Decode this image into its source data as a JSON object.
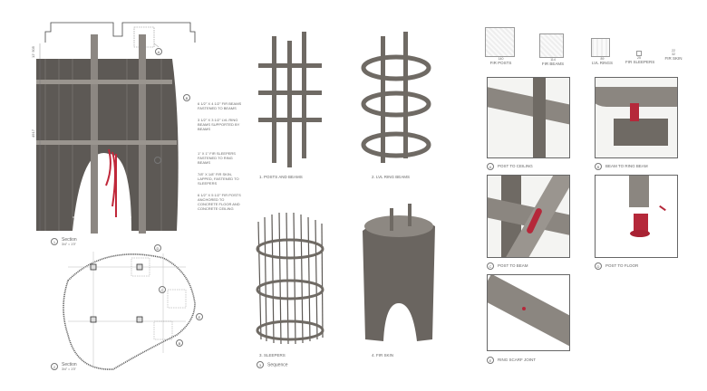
{
  "section1": {
    "title": "Section",
    "scale": "3/4\" = 1'0\"",
    "number": "1",
    "dim_top": "12' 505",
    "dim_height": "4917",
    "notes": [
      "6 1/2\" x 4 1/2\" fir beams fastened to beams",
      "3 1/2\" x 3 1/2\" LVL ring beams supported by beams",
      "1\" x 1\" fir sleepers fastened to ring beams",
      "7/8\" x 1/8\" fir skin, lapped, fastened to sleepers",
      "6 1/2\" x 5 1/2\" fir posts anchored to concrete floor and concrete ceiling"
    ],
    "callouts": [
      "A",
      "B",
      "C",
      "D"
    ]
  },
  "section2": {
    "title": "Section",
    "scale": "3/4\" = 1'0\"",
    "number": "2",
    "callouts": [
      "C",
      "E",
      "B"
    ]
  },
  "sequence": {
    "title": "Sequence",
    "number": "3",
    "steps": [
      "1. Posts and beams",
      "2. LVL ring beams",
      "3. Sleepers",
      "4. Fir skin"
    ]
  },
  "profiles": [
    {
      "label": "Fir posts",
      "dim": "140"
    },
    {
      "label": "Fir beams",
      "dim": "114"
    },
    {
      "label": "LVL rings",
      "dim": "89"
    },
    {
      "label": "Fir sleepers",
      "dim": "25"
    },
    {
      "label": "Fir skin",
      "dim": "32",
      "dim2": "22"
    }
  ],
  "details": [
    {
      "letter": "A",
      "label": "Post to ceiling"
    },
    {
      "letter": "B",
      "label": "Beam to ring beam"
    },
    {
      "letter": "C",
      "label": "Post to beam"
    },
    {
      "letter": "D",
      "label": "Post to floor"
    },
    {
      "letter": "E",
      "label": "Ring scarf joint"
    }
  ],
  "colors": {
    "wood": "#6f6a64",
    "connector": "#b5283a",
    "line": "#666666"
  }
}
